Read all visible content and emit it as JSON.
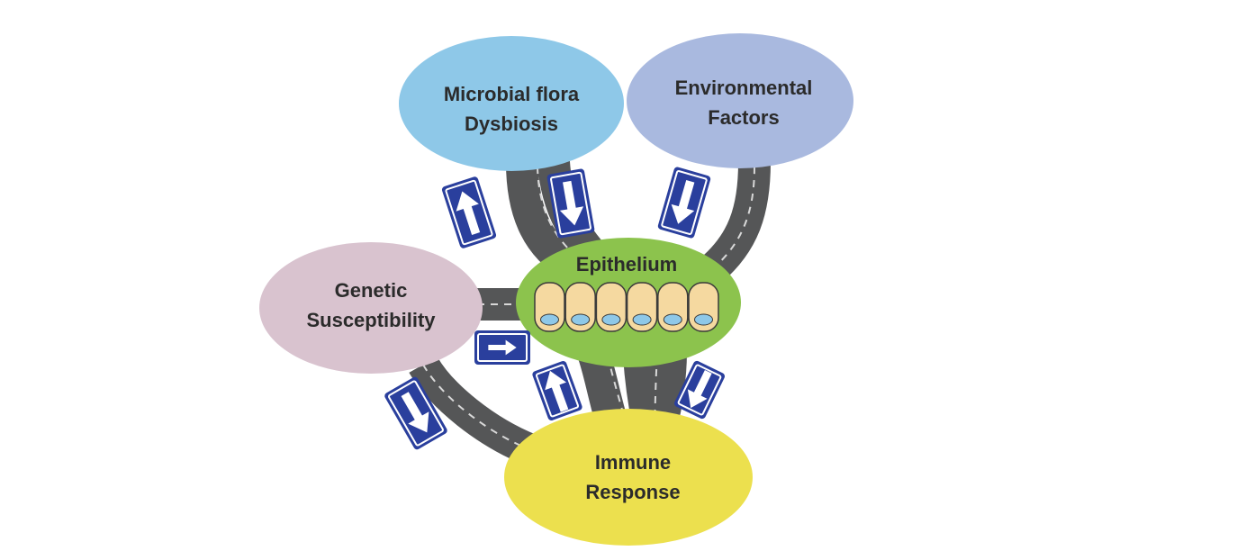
{
  "nodes": {
    "microbial": {
      "line1": "Microbial flora",
      "line2": "Dysbiosis",
      "color": "#8ec8e8"
    },
    "environmental": {
      "line1": "Environmental",
      "line2": "Factors",
      "color": "#a9b9df"
    },
    "genetic": {
      "line1": "Genetic",
      "line2": "Susceptibility",
      "color": "#d9c3cf"
    },
    "epithelium": {
      "label": "Epithelium",
      "color": "#8cc34d"
    },
    "immune": {
      "line1": "Immune",
      "line2": "Response",
      "color": "#ece04e"
    }
  },
  "colors": {
    "road": "#555657",
    "sign_bg": "#2a3f9d",
    "cell_fill": "#f5d9a0",
    "cell_nucleus": "#8ec8e8"
  },
  "signs": [
    {
      "name": "arrow-up-icon",
      "direction": "up"
    },
    {
      "name": "arrow-down-icon",
      "direction": "down"
    },
    {
      "name": "arrow-down-icon",
      "direction": "down"
    },
    {
      "name": "arrow-right-icon",
      "direction": "right"
    },
    {
      "name": "arrow-up-icon",
      "direction": "up"
    },
    {
      "name": "arrow-down-icon",
      "direction": "down"
    },
    {
      "name": "arrow-down-icon",
      "direction": "down"
    }
  ]
}
